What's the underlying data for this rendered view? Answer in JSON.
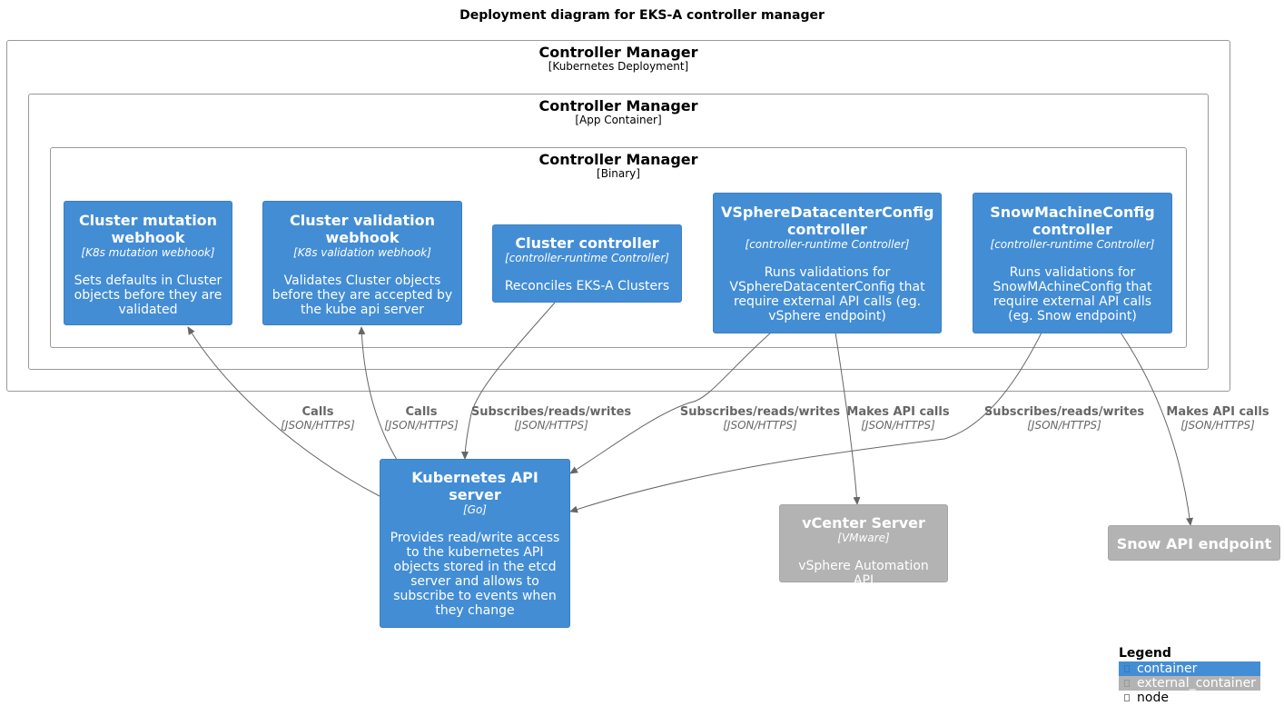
{
  "title": "Deployment diagram for EKS-A controller manager",
  "boundaries": [
    {
      "name": "Controller Manager",
      "type": "[Kubernetes Deployment]"
    },
    {
      "name": "Controller Manager",
      "type": "[App Container]"
    },
    {
      "name": "Controller Manager",
      "type": "[Binary]"
    }
  ],
  "components": {
    "mutation": {
      "name": "Cluster mutation webhook",
      "tech": "[K8s mutation webhook]",
      "desc": "Sets defaults in Cluster objects before they are validated"
    },
    "validation": {
      "name": "Cluster validation webhook",
      "tech": "[K8s validation webhook]",
      "desc": "Validates Cluster objects before they are accepted by the kube api server"
    },
    "cluster_controller": {
      "name": "Cluster controller",
      "tech": "[controller-runtime Controller]",
      "desc": "Reconciles EKS-A Clusters"
    },
    "vsphere": {
      "name": "VSphereDatacenterConfig controller",
      "tech": "[controller-runtime Controller]",
      "desc": "Runs validations for VSphereDatacenterConfig that require external API calls (eg. vSphere endpoint)"
    },
    "snow": {
      "name": "SnowMachineConfig controller",
      "tech": "[controller-runtime Controller]",
      "desc": "Runs validations for SnowMAchineConfig that require external API calls (eg. Snow endpoint)"
    },
    "apiserver": {
      "name": "Kubernetes API server",
      "tech": "[Go]",
      "desc": "Provides read/write access to the kubernetes API objects stored in the etcd server and allows to subscribe to events when they change"
    },
    "vcenter": {
      "name": "vCenter Server",
      "tech": "[VMware]",
      "desc": "vSphere Automation API"
    },
    "snow_api": {
      "name": "Snow API endpoint"
    }
  },
  "relations": [
    {
      "label": "Calls",
      "tech": "[JSON/HTTPS]"
    },
    {
      "label": "Calls",
      "tech": "[JSON/HTTPS]"
    },
    {
      "label": "Subscribes/reads/writes",
      "tech": "[JSON/HTTPS]"
    },
    {
      "label": "Subscribes/reads/writes",
      "tech": "[JSON/HTTPS]"
    },
    {
      "label": "Makes API calls",
      "tech": "[JSON/HTTPS]"
    },
    {
      "label": "Subscribes/reads/writes",
      "tech": "[JSON/HTTPS]"
    },
    {
      "label": "Makes API calls",
      "tech": "[JSON/HTTPS]"
    }
  ],
  "legend": {
    "title": "Legend",
    "items": [
      "container",
      "external_container",
      "node"
    ]
  },
  "colors": {
    "container": "#438DD5",
    "external_container": "#B3B3B3",
    "edge": "#666666",
    "boundary": "#999999"
  }
}
